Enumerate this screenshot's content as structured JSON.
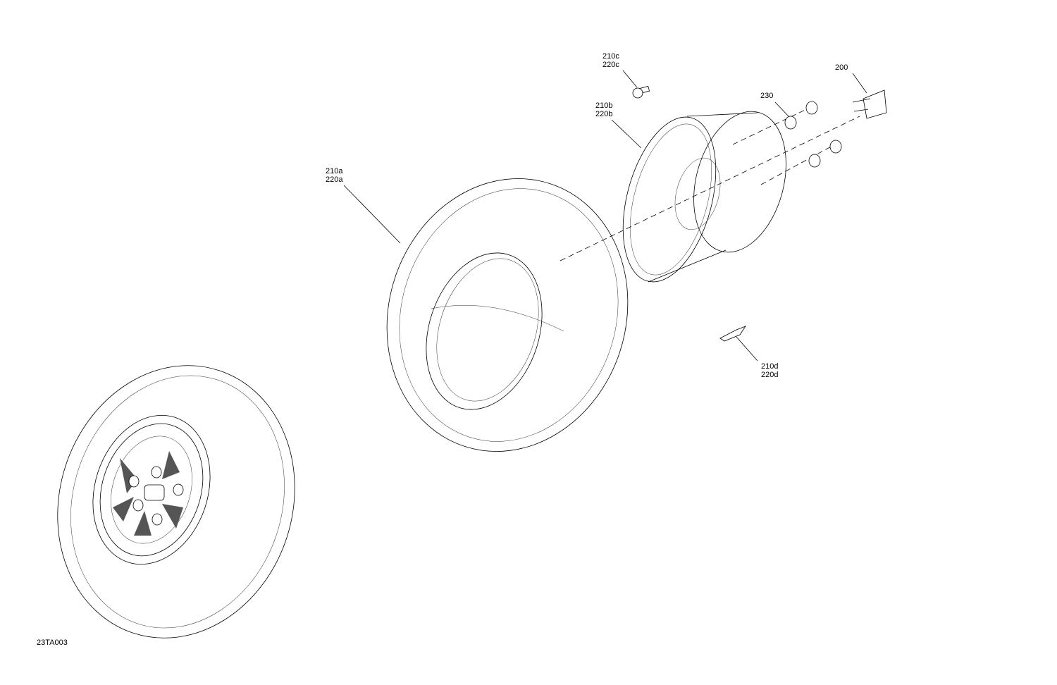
{
  "diagram_id": "23TA003",
  "callouts": [
    {
      "id": "callout-210c-220c",
      "lines": [
        "210c",
        "220c"
      ]
    },
    {
      "id": "callout-210b-220b",
      "lines": [
        "210b",
        "220b"
      ]
    },
    {
      "id": "callout-230",
      "lines": [
        "230"
      ]
    },
    {
      "id": "callout-200",
      "lines": [
        "200"
      ]
    },
    {
      "id": "callout-210a-220a",
      "lines": [
        "210a",
        "220a"
      ]
    },
    {
      "id": "callout-210d-220d",
      "lines": [
        "210d",
        "220d"
      ]
    }
  ]
}
